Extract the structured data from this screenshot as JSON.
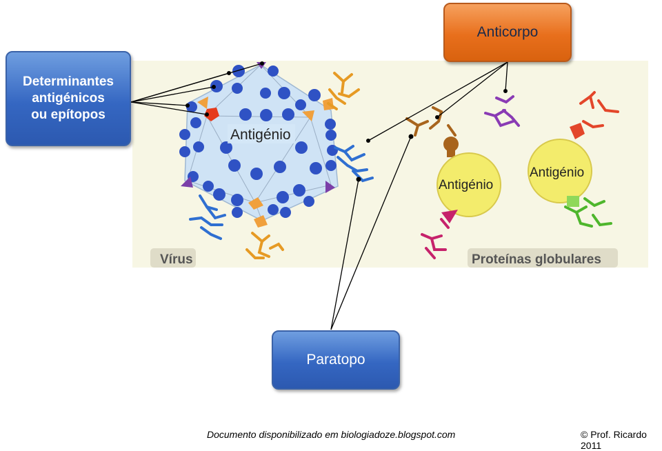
{
  "labels": {
    "determinantes": [
      "Determinantes",
      "antigénicos",
      "ou epítopos"
    ],
    "anticorpo": "Anticorpo",
    "paratopo": "Paratopo"
  },
  "figure": {
    "antigen_virus": "Antigénio",
    "antigen_protein_1": "Antigénio",
    "antigen_protein_2": "Antigénio",
    "virus_label": "Vírus",
    "proteins_label": "Proteínas globulares"
  },
  "footer": {
    "document": "Documento disponibilizado em biologiadoze.blogspot.com",
    "copyright": "© Prof. Ricardo 2011"
  },
  "colors": {
    "blue_box": "#3567c2",
    "orange_box": "#e86f1c",
    "virus_dot": "#2f52c4",
    "antigen_yellow": "#f3ec6c",
    "panel_bg": "#f7f6e4"
  }
}
